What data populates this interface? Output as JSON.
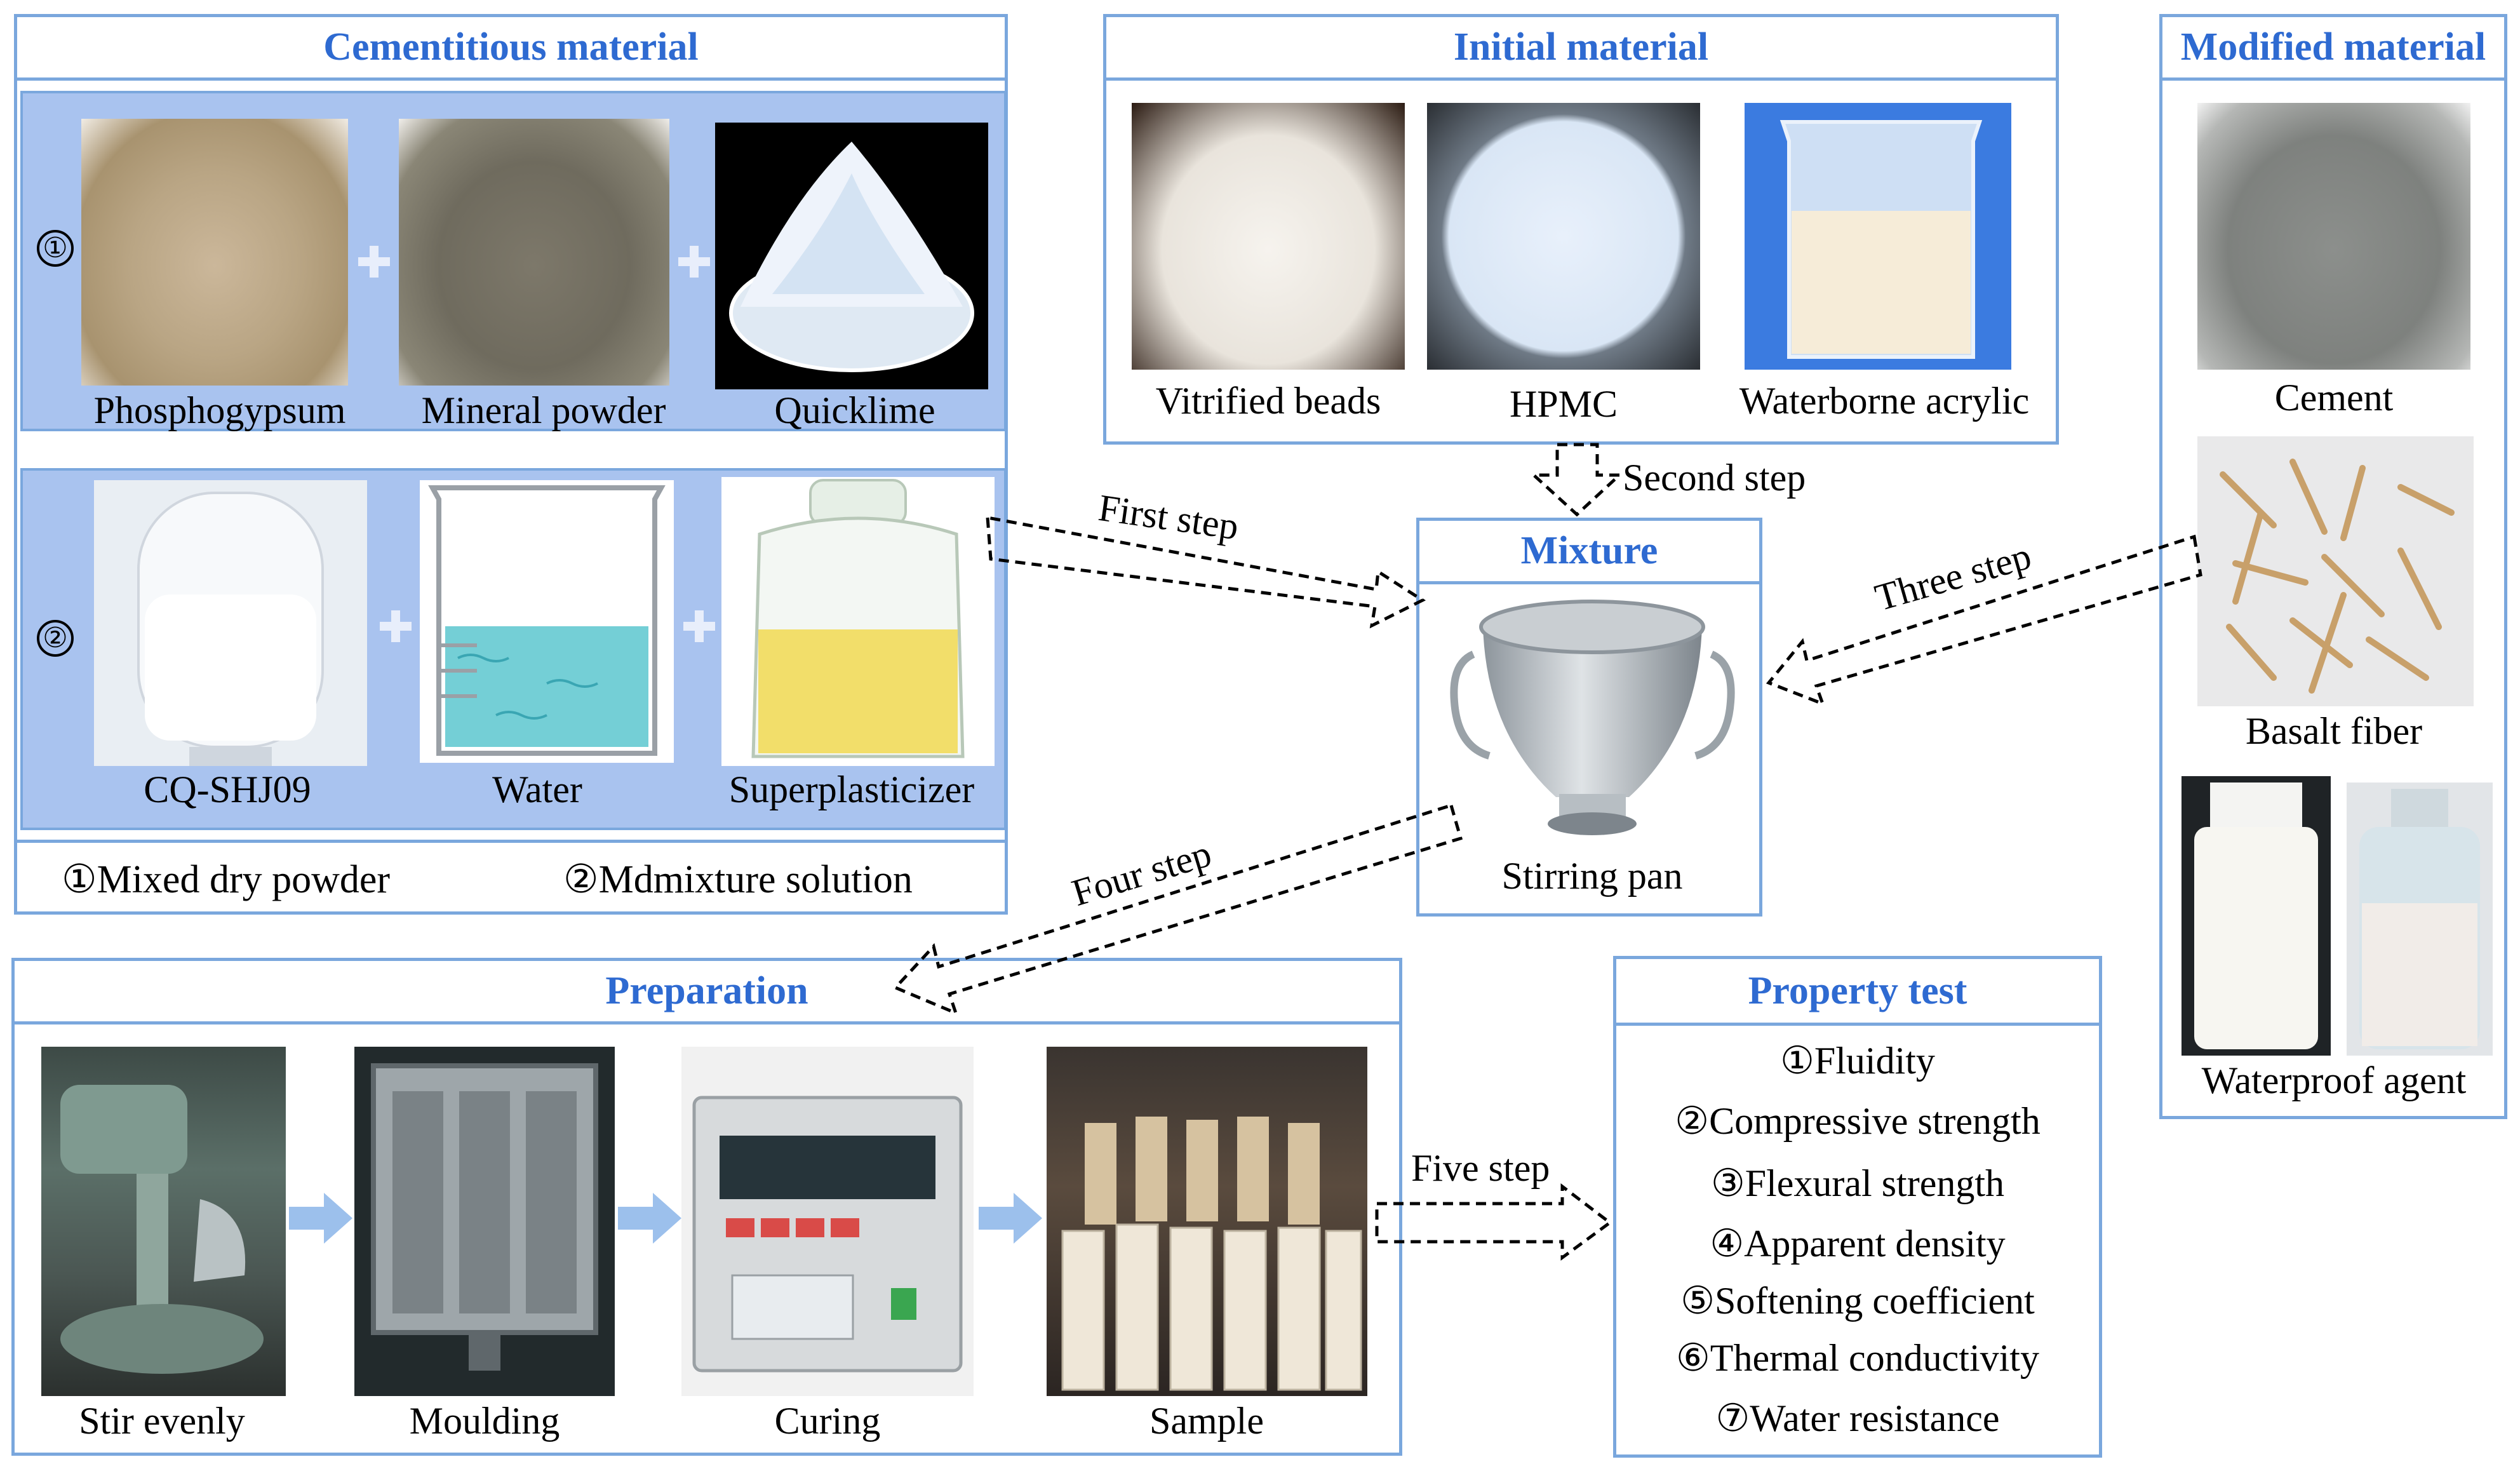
{
  "cementitious": {
    "title": "Cementitious material",
    "group1_marker": "①",
    "group2_marker": "②",
    "items1": [
      "Phosphogypsum",
      "Mineral powder",
      "Quicklime"
    ],
    "items2": [
      "CQ-SHJ09",
      "Water",
      "Superplasticizer"
    ],
    "legend1": "①Mixed dry powder",
    "legend2": "②Mdmixture solution"
  },
  "initial": {
    "title": "Initial material",
    "items": [
      "Vitrified beads",
      "HPMC",
      "Waterborne acrylic"
    ]
  },
  "modified": {
    "title": "Modified material",
    "items": [
      "Cement",
      "Basalt fiber",
      "Waterproof agent"
    ]
  },
  "mixture": {
    "title": "Mixture",
    "caption": "Stirring pan"
  },
  "steps": {
    "first": "First step",
    "second": "Second step",
    "three": "Three step",
    "four": "Four step",
    "five": "Five step"
  },
  "preparation": {
    "title": "Preparation",
    "items": [
      "Stir evenly",
      "Moulding",
      "Curing",
      "Sample"
    ]
  },
  "property": {
    "title": "Property test",
    "items": [
      "①Fluidity",
      "②Compressive strength",
      "③Flexural strength",
      "④Apparent density",
      "⑤Softening coefficient",
      "⑥Thermal conductivity",
      "⑦Water resistance"
    ]
  },
  "colors": {
    "title_blue": "#2e6ad1",
    "border_blue": "#7aa7dd",
    "shade_blue": "#a9c3ef"
  }
}
